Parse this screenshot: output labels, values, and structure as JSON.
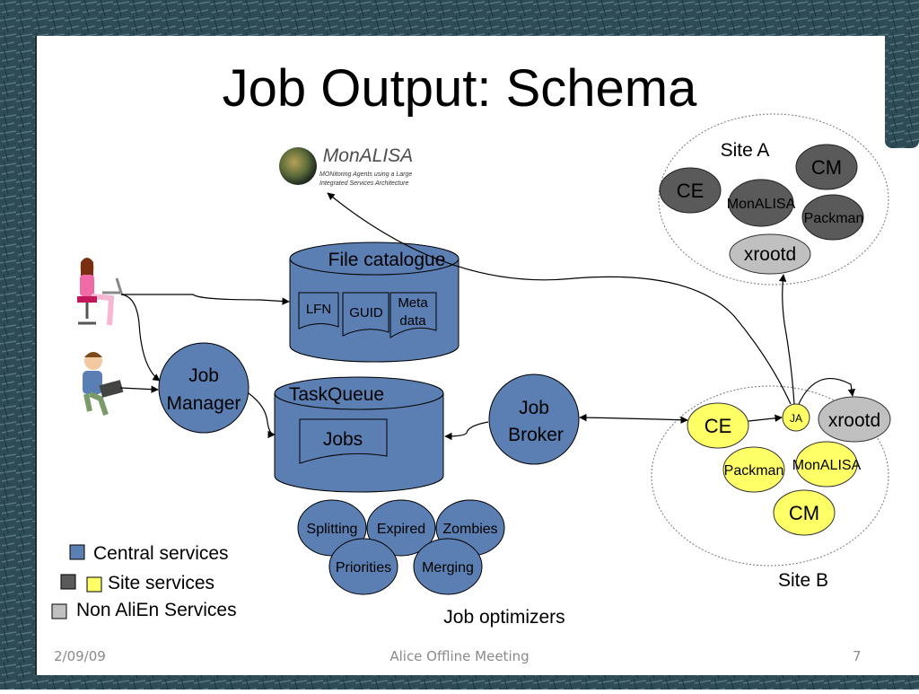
{
  "slide": {
    "title": "Job Output: Schema",
    "footer": {
      "date": "2/09/09",
      "center": "Alice Offline Meeting",
      "page": "7"
    }
  },
  "monalisa_logo": {
    "name": "MonALISA",
    "tagline_1": "MONitoring Agents using a Large",
    "tagline_2": "Integrated Services Architecture"
  },
  "site_a": {
    "label": "Site A",
    "ce": "CE",
    "cm": "CM",
    "monalisa": "MonALISA",
    "packman": "Packman",
    "xrootd": "xrootd"
  },
  "site_b": {
    "label": "Site B",
    "ce": "CE",
    "ja": "JA",
    "xrootd": "xrootd",
    "packman": "Packman",
    "monalisa": "MonALISA",
    "cm": "CM"
  },
  "file_catalogue": {
    "label": "File catalogue",
    "lfn": "LFN",
    "guid": "GUID",
    "meta_1": "Meta",
    "meta_2": "data"
  },
  "task_queue": {
    "label": "TaskQueue",
    "jobs": "Jobs"
  },
  "job_manager": {
    "line1": "Job",
    "line2": "Manager"
  },
  "job_broker": {
    "line1": "Job",
    "line2": "Broker"
  },
  "optimizers": {
    "label": "Job optimizers",
    "items": [
      "Splitting",
      "Expired",
      "Zombies",
      "Priorities",
      "Merging"
    ]
  },
  "legend": {
    "central": "Central services",
    "site": "Site services",
    "non_alien": "Non AliEn Services"
  },
  "colors": {
    "central_blue": "#5b7fb2",
    "site_dark": "#5a5a5a",
    "site_yellow": "#ffff66",
    "non_alien_grey": "#c0c0c0",
    "frame_teal": "#2d4a54"
  }
}
